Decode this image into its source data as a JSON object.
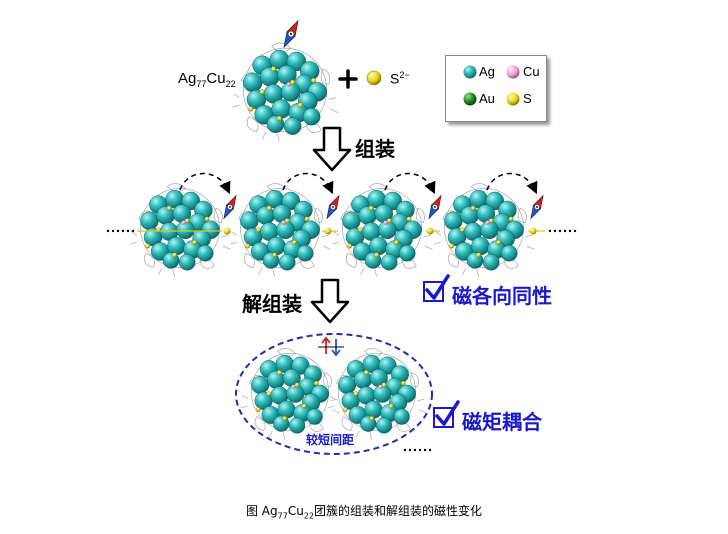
{
  "reactant": {
    "base1": "Ag",
    "sub1": "77",
    "base2": "Cu",
    "sub2": "22"
  },
  "sulfide": {
    "base": "S",
    "sup": "2−"
  },
  "legend": {
    "items": [
      {
        "label": "Ag",
        "color": "#2ebdbd"
      },
      {
        "label": "Cu",
        "color": "#f0a3d2"
      },
      {
        "label": "Au",
        "color": "#1a8c1a"
      },
      {
        "label": "S",
        "color": "#e6d620"
      }
    ]
  },
  "steps": {
    "assemble": "组装",
    "disassemble": "解组装"
  },
  "features": {
    "anisotropy": "磁各向同性",
    "coupling": "磁矩耦合",
    "short_distance": "较短间距"
  },
  "caption": {
    "pre": "图 Ag",
    "sub1": "77",
    "mid": "Cu",
    "sub2": "22",
    "post": "团簇的组装和解组装的磁性变化"
  },
  "colors": {
    "accent": "#1a1acc",
    "dash_ellipse": "#2a2aa8",
    "spin_red": "#cc2222",
    "spin_blue": "#2255cc"
  }
}
